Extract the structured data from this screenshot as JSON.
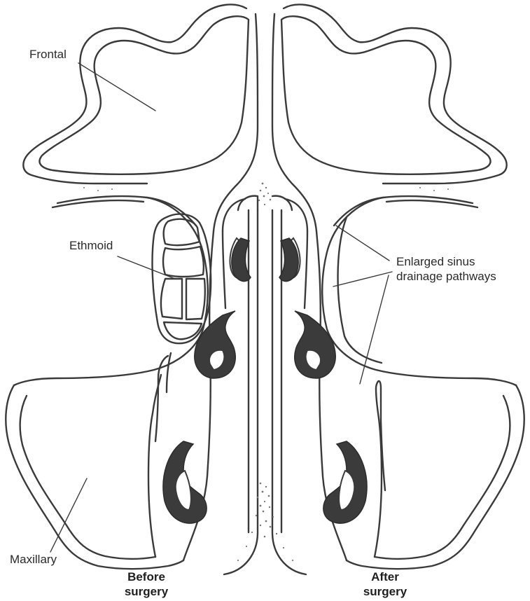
{
  "labels": {
    "frontal": "Frontal",
    "ethmoid": "Ethmoid",
    "maxillary": "Maxillary",
    "enlarged_line1": "Enlarged sinus",
    "enlarged_line2": "drainage pathways"
  },
  "captions": {
    "before_line1": "Before",
    "before_line2": "surgery",
    "after_line1": "After",
    "after_line2": "surgery"
  },
  "colors": {
    "outline": "#3a3a3a",
    "turbinate_fill": "#3b3b3b",
    "stipple": "#777777",
    "background": "#ffffff"
  }
}
